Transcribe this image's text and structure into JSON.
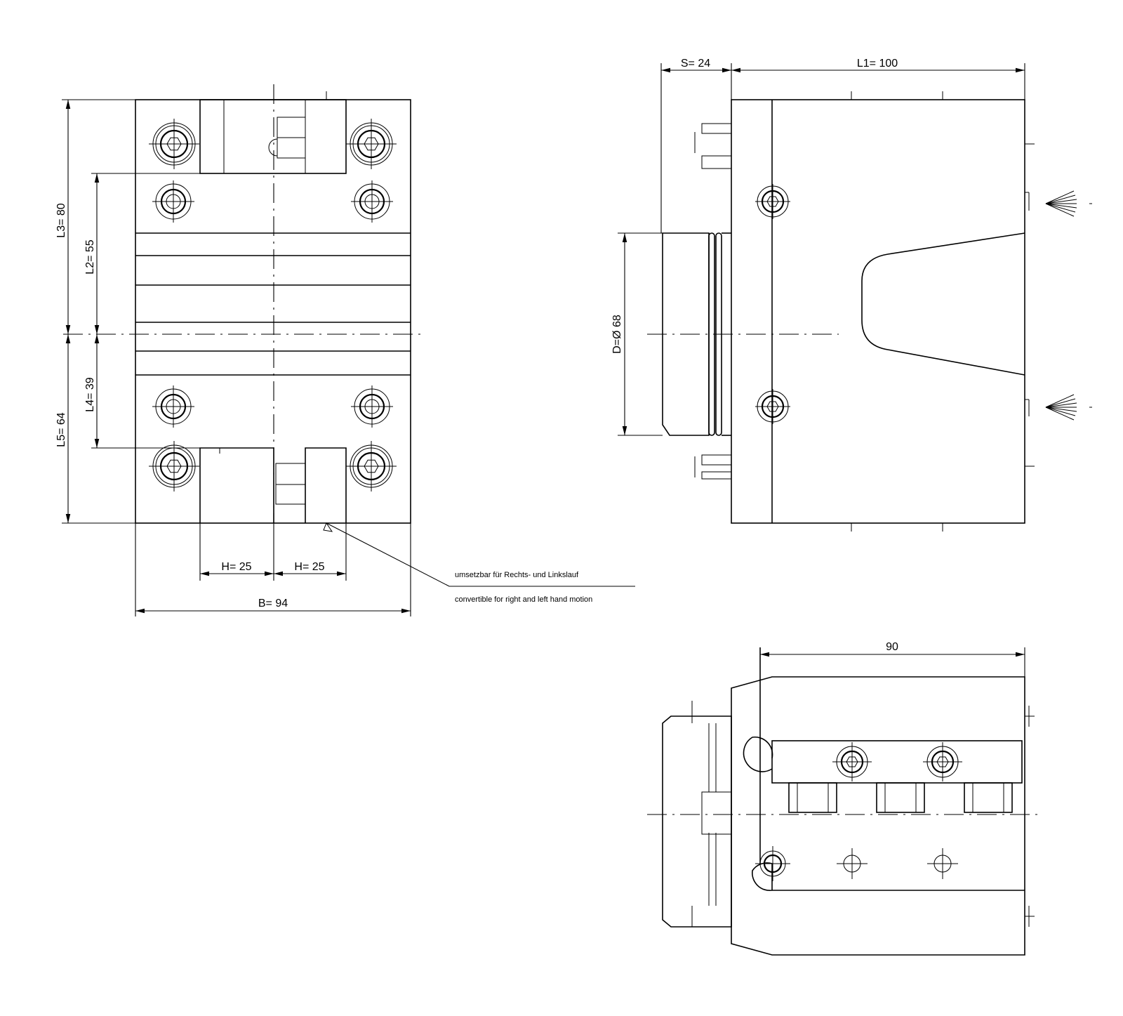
{
  "dimensions": {
    "l3": "L3=  80",
    "l2": "L2=  55",
    "l4": "L4=  39",
    "l5": "L5=  64",
    "h_left": "H=  25",
    "h_right": "H=  25",
    "b": "B=  94",
    "s": "S=  24",
    "l1": "L1=   100",
    "d": "D=Ø 68",
    "bottom_width": "90"
  },
  "notes": {
    "german": "umsetzbar für Rechts- und Linkslauf",
    "english": "convertible for right and left hand motion"
  }
}
